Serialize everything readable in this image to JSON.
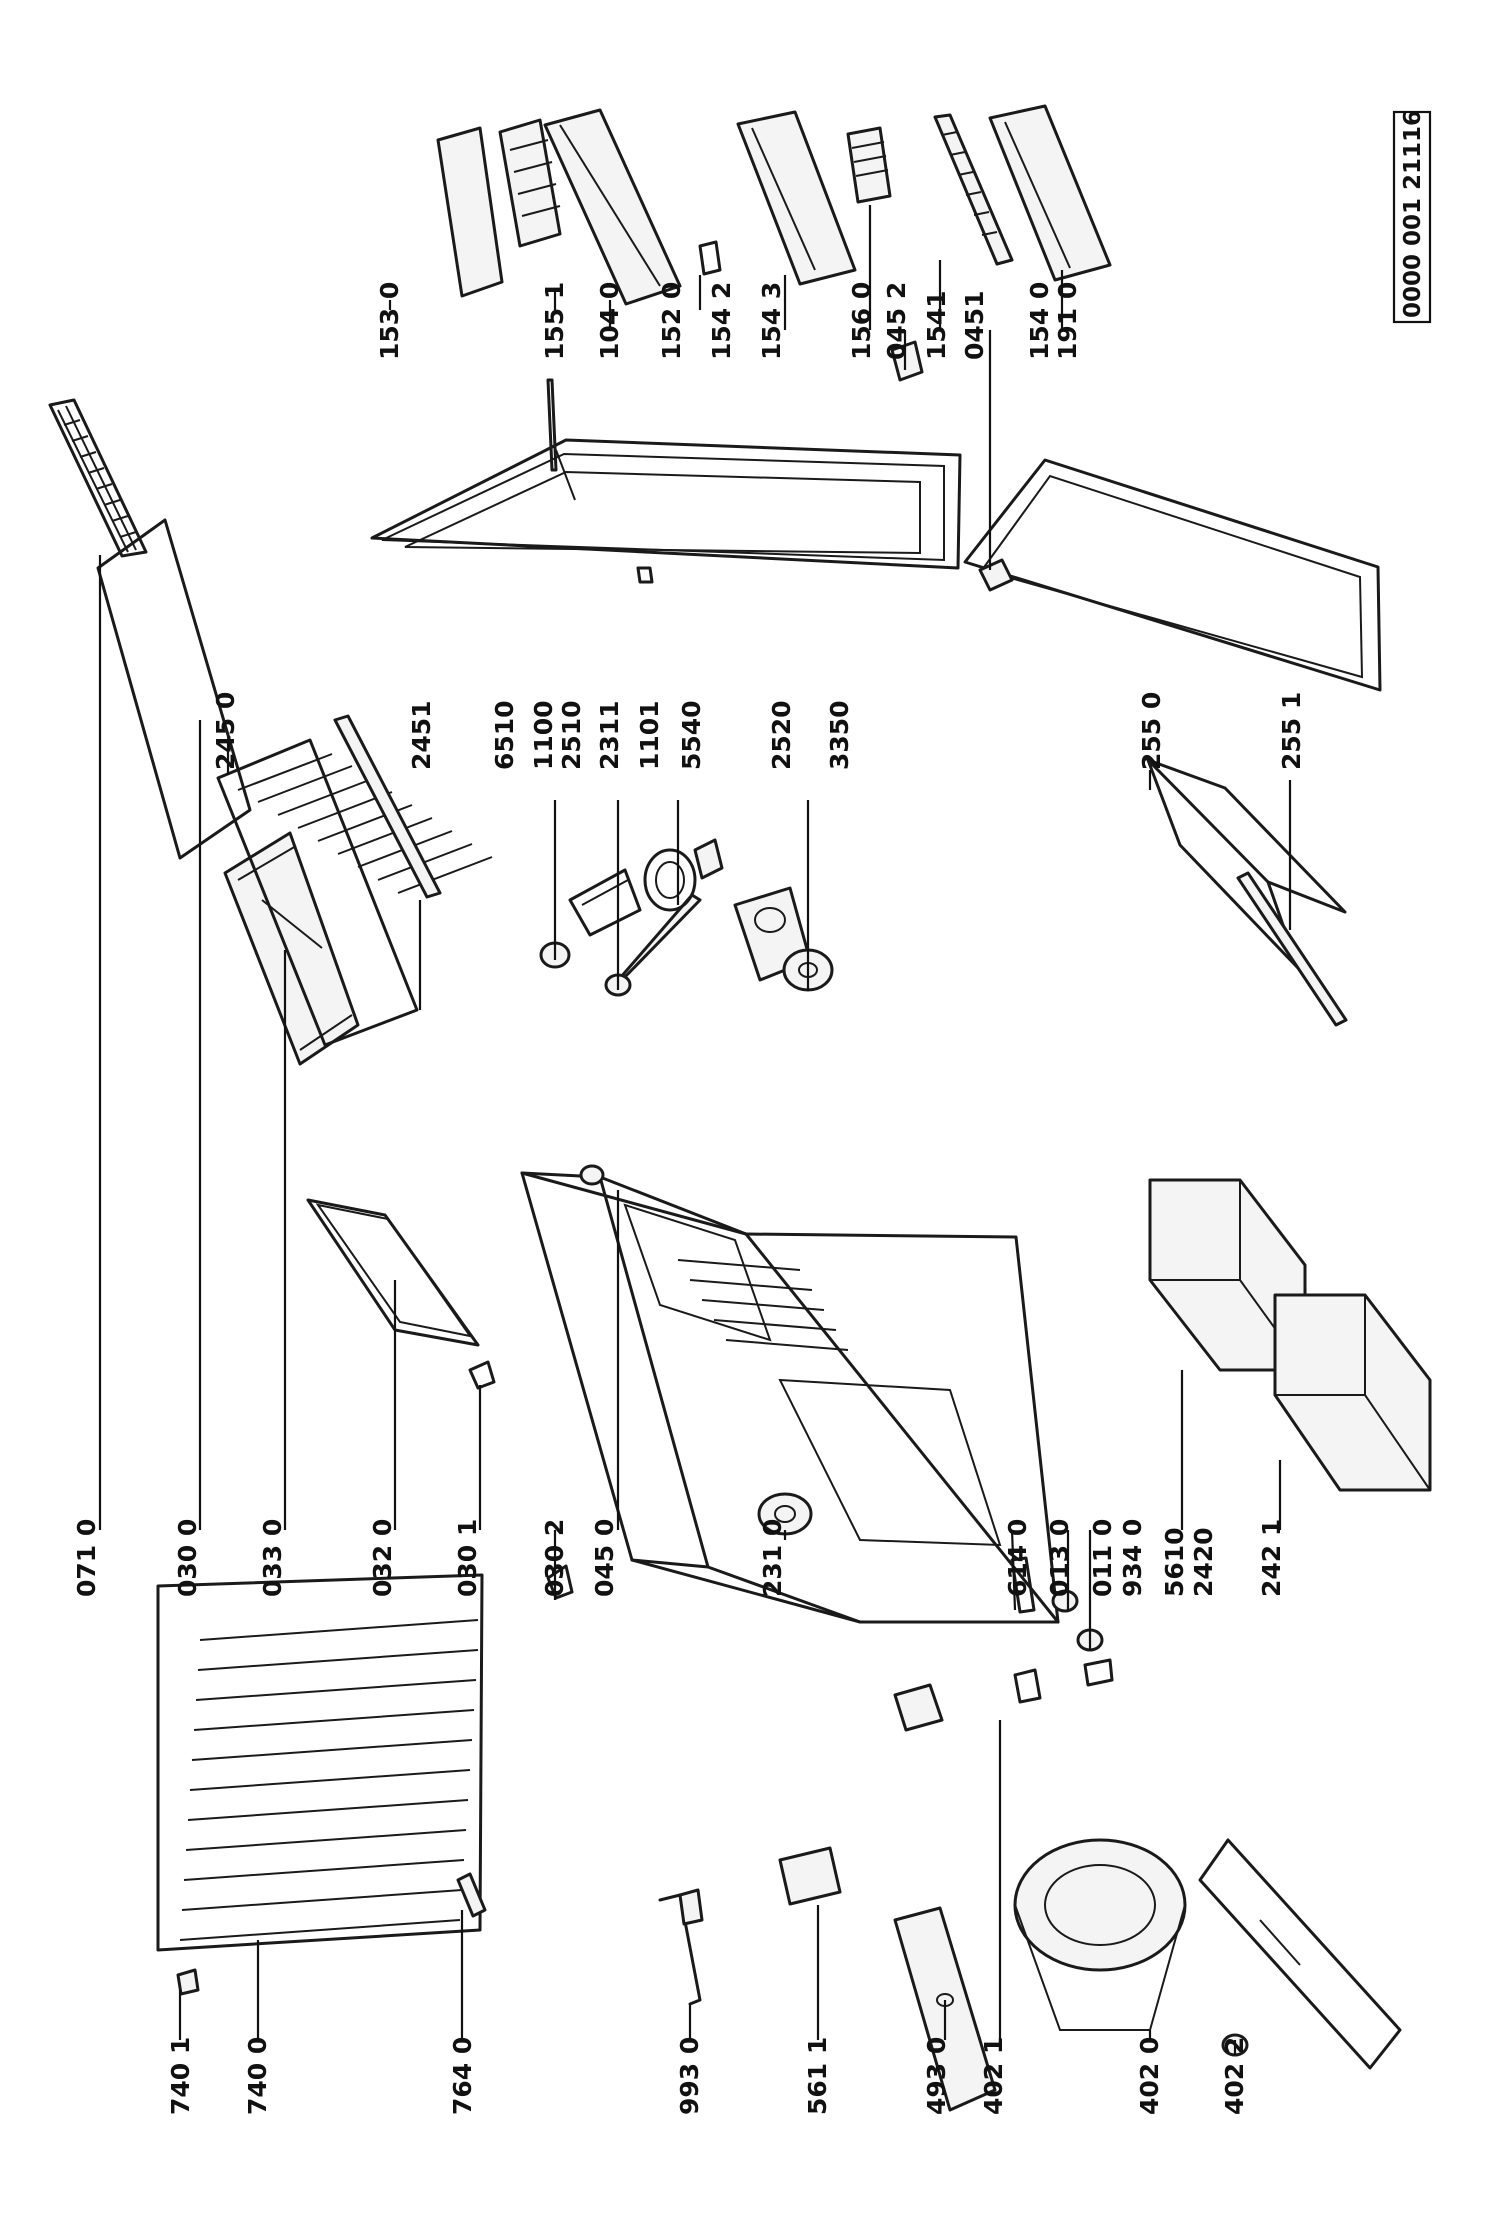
{
  "document_number": "0000 001 21116",
  "parts": {
    "p0710": "071 0",
    "p0300": "030 0",
    "p0330": "033 0",
    "p0320": "032 0",
    "p0301": "030 1",
    "p0302": "030 2",
    "p0450": "045 0",
    "p2310": "231 0",
    "p6140": "614 0",
    "p0130": "013 0",
    "p0110": "011 0",
    "p9340": "934 0",
    "p5610": "5610",
    "p2420": "2420",
    "p2421": "242 1",
    "p2450": "245 0",
    "p2451": "2451",
    "p6510": "6510",
    "p1100": "1100",
    "p2510": "2510",
    "p2311": "2311",
    "p1101": "1101",
    "p5540": "5540",
    "p2520": "2520",
    "p3350": "3350",
    "p2550": "255 0",
    "p2551": "255 1",
    "p1530": "153 0",
    "p1551": "155 1",
    "p1040": "104 0",
    "p1520": "152 0",
    "p1542": "154 2",
    "p1543": "154 3",
    "p1560": "156 0",
    "p0452": "045 2",
    "p1541": "1541",
    "p0451": "0451",
    "p1540": "154 0",
    "p1910": "191 0",
    "p7401": "740 1",
    "p7400": "740 0",
    "p7640": "764 0",
    "p9930": "993 0",
    "p5611": "561 1",
    "p4930": "493 0",
    "p4021": "402 1",
    "p4020": "402 0",
    "p4022": "402 2"
  }
}
